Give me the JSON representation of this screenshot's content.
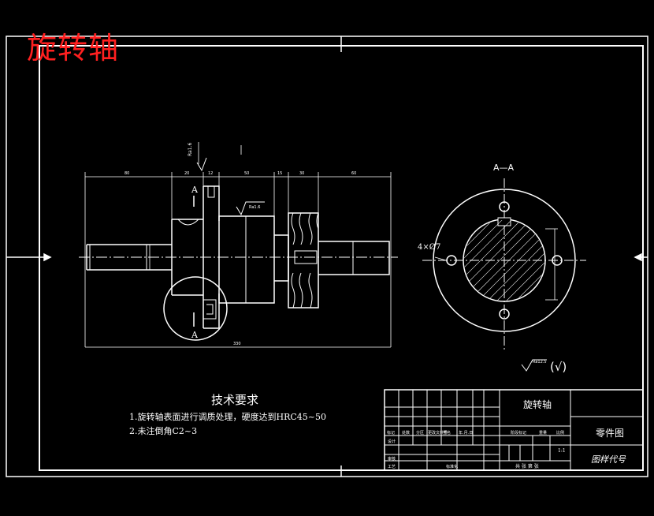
{
  "drawing": {
    "title": "旋转轴",
    "section_label": "A—A",
    "section_marker": "A",
    "holes_label": "4×Ø7",
    "roughness_general": "Ra12.5",
    "roughness_paren": "(√)",
    "roughness_top": "Ra1.6",
    "roughness_mid": "Ra1.6"
  },
  "requirements": {
    "title": "技术要求",
    "items": [
      "1.旋转轴表面进行调质处理，硬度达到HRC45~50",
      "2.未注倒角C2~3"
    ]
  },
  "title_block": {
    "part_name": "旋转轴",
    "drawing_type": "零件图",
    "drawing_code": "图样代号",
    "row_labels": [
      "标记",
      "处数",
      "分区",
      "更改文件号",
      "签名",
      "年.月.日"
    ],
    "stage_labels": [
      "阶段标记",
      "重量",
      "比例"
    ],
    "scale": "1:1",
    "left_labels": [
      "设计",
      "审核",
      "工艺"
    ],
    "bottom_text": "共 张 第 张",
    "std_label": "标准化"
  }
}
